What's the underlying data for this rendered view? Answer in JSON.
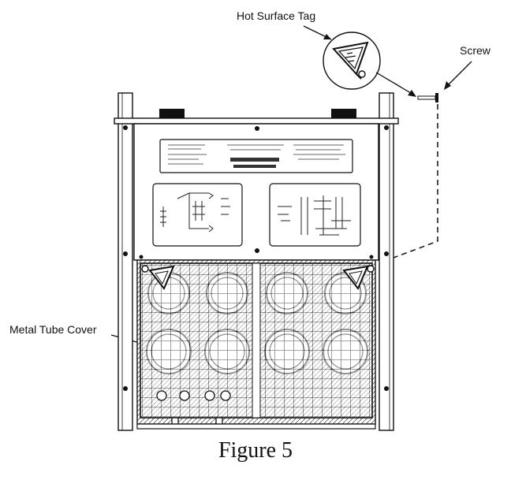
{
  "labels": {
    "hot_surface_tag": "Hot Surface Tag",
    "screw": "Screw",
    "metal_tube_cover": "Metal Tube Cover"
  },
  "caption": "Figure 5"
}
